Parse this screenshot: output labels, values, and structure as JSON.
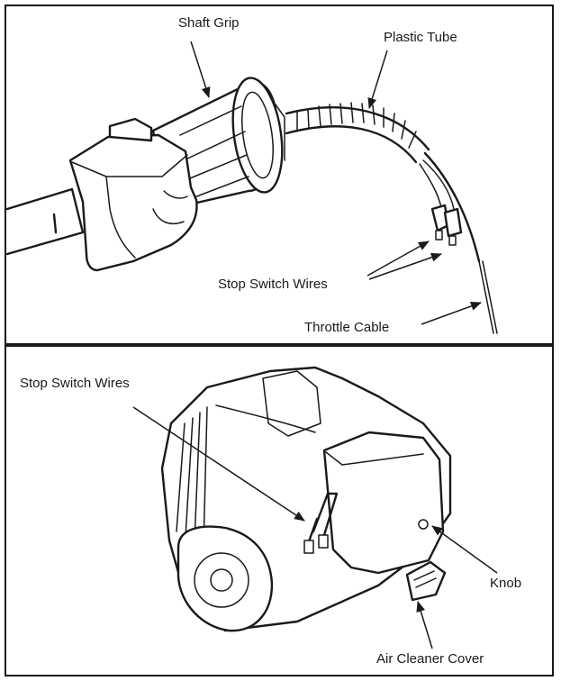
{
  "callouts": {
    "shaft_grip": "Shaft Grip",
    "plastic_tube": "Plastic Tube",
    "stop_switch_wires_top": "Stop Switch Wires",
    "throttle_cable": "Throttle Cable",
    "stop_switch_wires_bottom": "Stop Switch Wires",
    "knob": "Knob",
    "air_cleaner_cover": "Air Cleaner Cover"
  },
  "colors": {
    "ink": "#1a1a1a",
    "paper": "#ffffff"
  }
}
